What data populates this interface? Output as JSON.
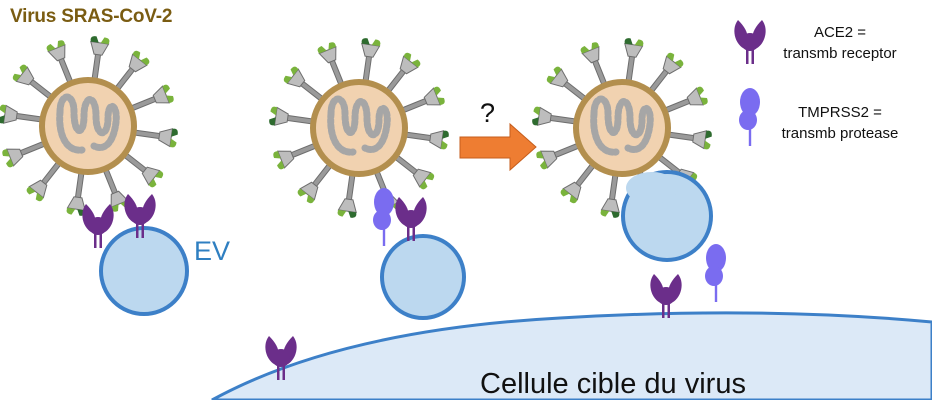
{
  "title": "Virus SRAS-CoV-2",
  "legend": {
    "ace2_line1": "ACE2 =",
    "ace2_line2": "transmb receptor",
    "tmprss2_line1": "TMPRSS2 =",
    "tmprss2_line2": "transmb protease"
  },
  "ev_label": "EV",
  "question_mark": "?",
  "cell_label": "Cellule cible du virus",
  "colors": {
    "virus_shell": "#b38f4e",
    "virus_fill": "#f1d2b0",
    "rna": "#a6a6a6",
    "spike": "#9a9a9a",
    "spike_tip": "#7ab33c",
    "spike_tip_dark": "#2e6b2f",
    "ace2": "#6b2e8a",
    "tmprss2": "#7a6cf0",
    "ev_fill": "#bcd8ef",
    "ev_border": "#3d80c8",
    "cell_fill": "#dce9f7",
    "arrow": "#ee7d32",
    "title": "#7a5c12"
  }
}
